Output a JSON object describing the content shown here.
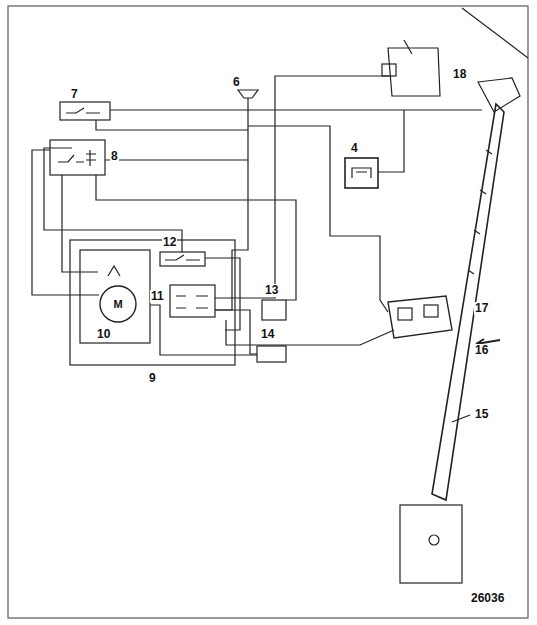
{
  "diagram": {
    "nodes": [
      {
        "text": [
          "M"
        ]
      }
    ],
    "labels": [
      "18",
      "4",
      "7",
      "6",
      "8",
      "17",
      "16",
      "15",
      "12",
      "11",
      "10",
      "9",
      "13",
      "14",
      "26036"
    ]
  }
}
